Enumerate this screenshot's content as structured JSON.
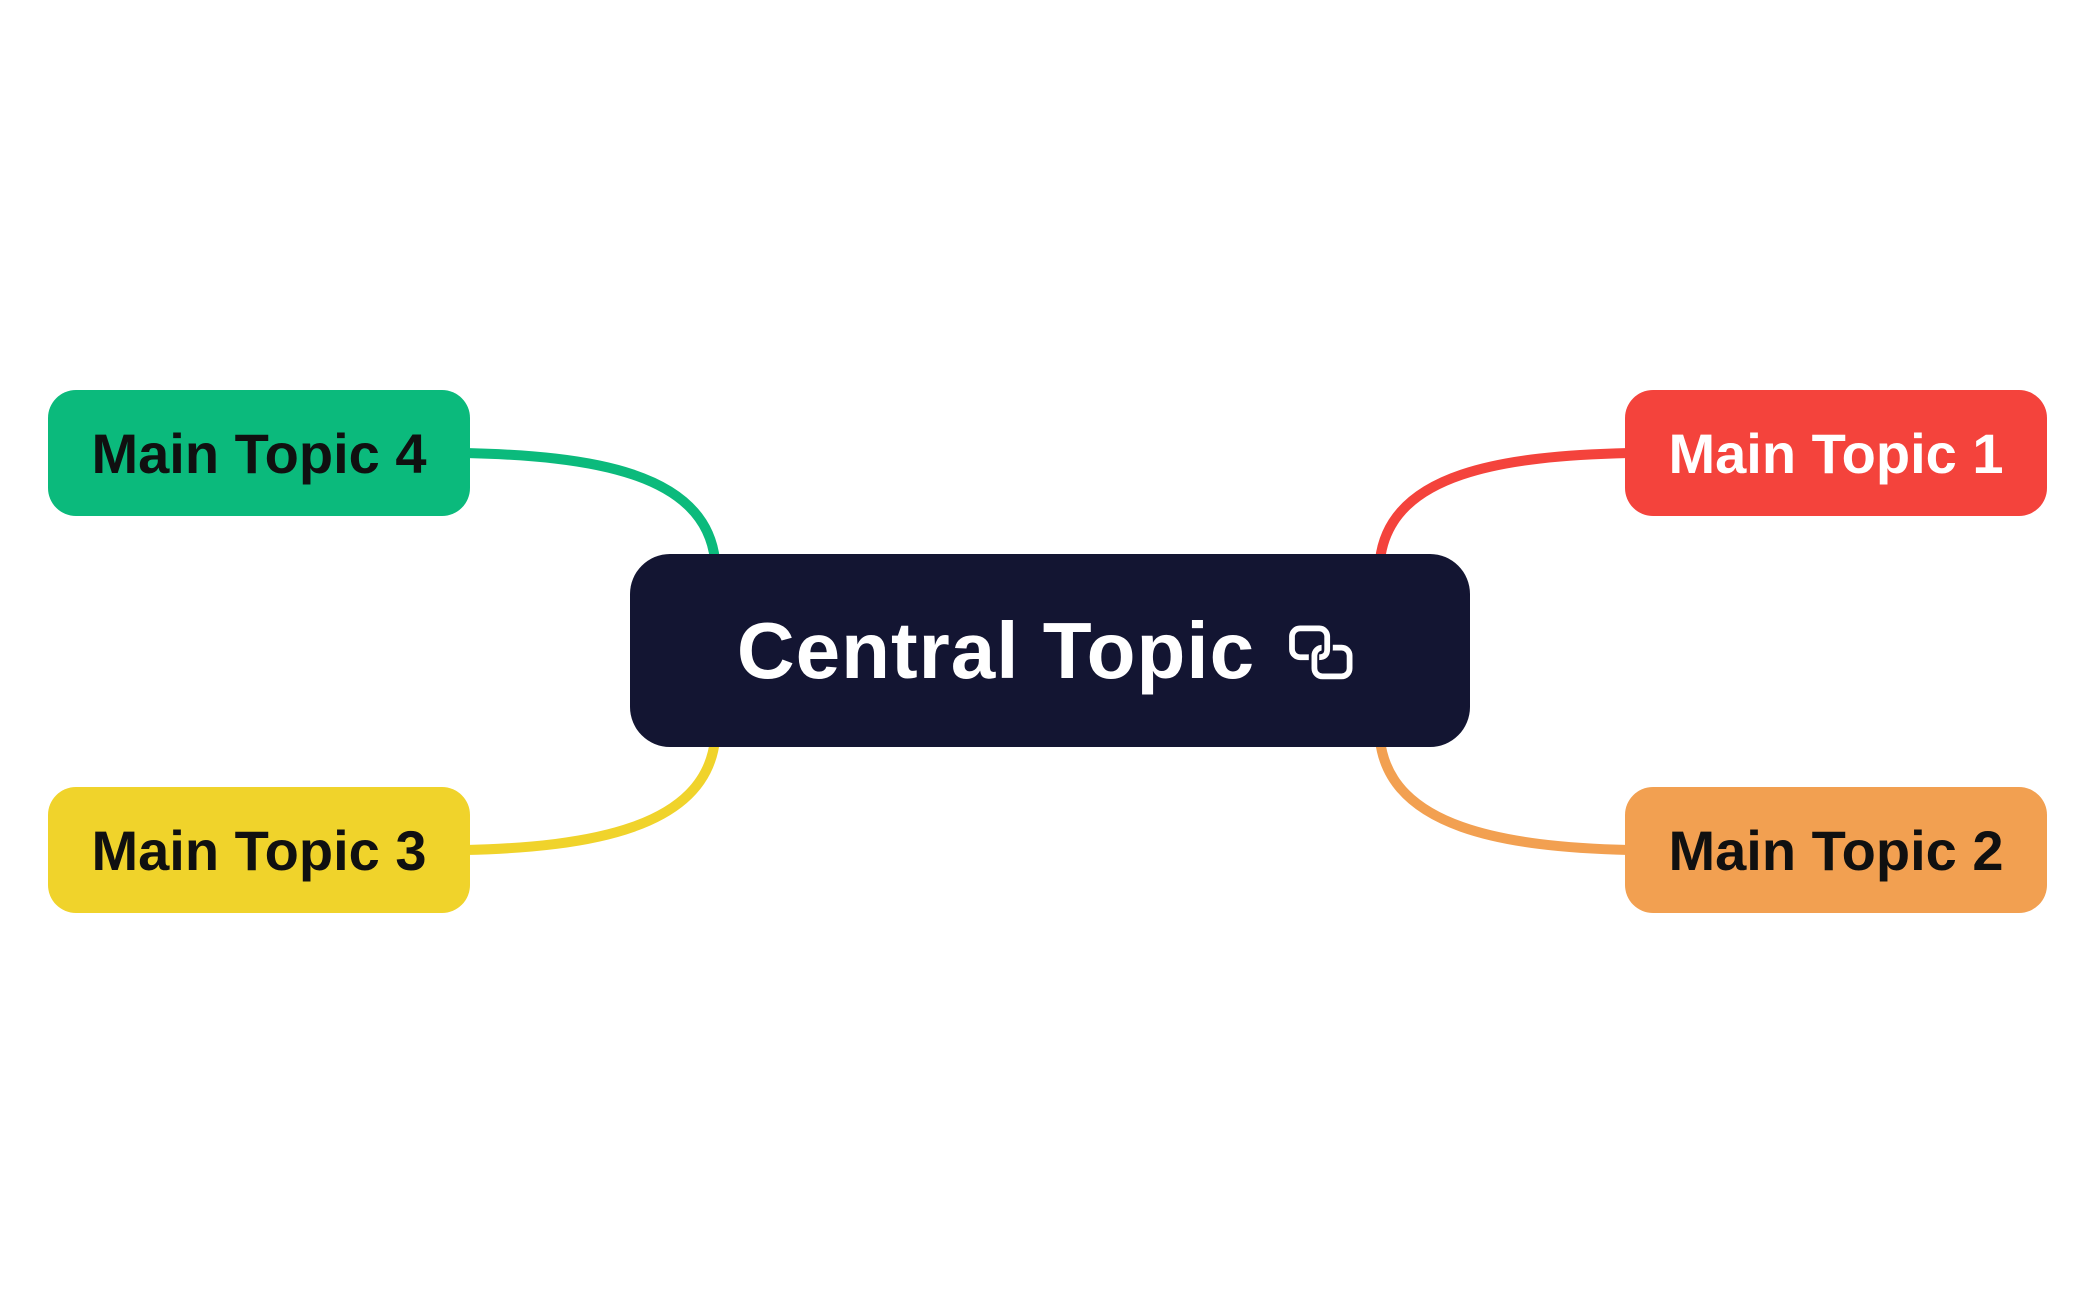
{
  "canvas": {
    "background": "#ffffff"
  },
  "central_topic": {
    "label": "Central Topic",
    "background": "#131532",
    "text_color": "#ffffff",
    "icon": "link-icon"
  },
  "main_topics": [
    {
      "label": "Main Topic 1",
      "background": "#F4433C",
      "text_color": "#ffffff",
      "branch_color": "#F4433C",
      "position": "top-right"
    },
    {
      "label": "Main Topic 2",
      "background": "#F2A051",
      "text_color": "#101010",
      "branch_color": "#F2A051",
      "position": "bottom-right"
    },
    {
      "label": "Main Topic 3",
      "background": "#F0D32B",
      "text_color": "#101010",
      "branch_color": "#F0D32B",
      "position": "bottom-left"
    },
    {
      "label": "Main Topic 4",
      "background": "#0BBA7C",
      "text_color": "#101010",
      "branch_color": "#0BBA7C",
      "position": "top-left"
    }
  ]
}
